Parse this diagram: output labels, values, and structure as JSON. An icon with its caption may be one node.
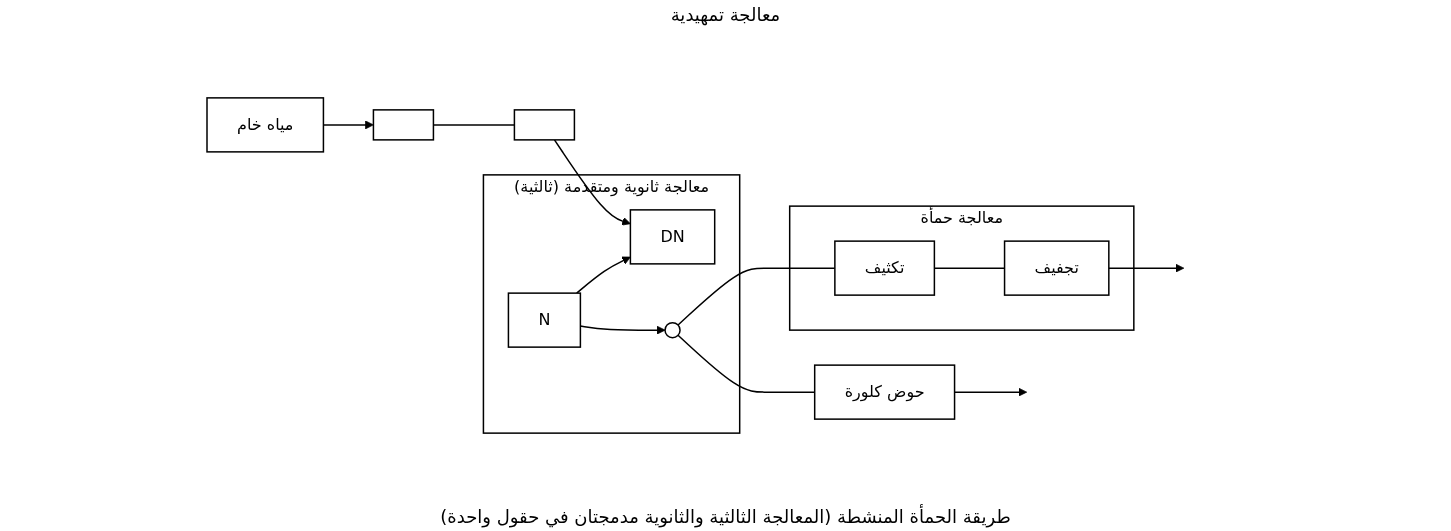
{
  "diagram": {
    "caption": "طريقة الحمأة المنشطة (المعالجة الثالثية والثانوية مدمجتان في حقول واحدة)",
    "nodes": [
      {
        "text": [
          "مياه خام"
        ]
      },
      {
        "text": [],
        "shape": "box"
      },
      {
        "text": [],
        "shape": "box"
      },
      {
        "text": [
          "معالجة ثانوية ومتقدمة (ثالثية)"
        ]
      },
      {
        "text": [
          "DN"
        ],
        "in": 3
      },
      {
        "text": [
          "N"
        ],
        "in": 3
      },
      {
        "text": [],
        "shape": "circle",
        "in": 3
      },
      {
        "text": [
          "حوض كلورة"
        ]
      },
      {
        "text": [
          "معالجة حمأة"
        ]
      },
      {
        "text": [
          "تكثيف"
        ],
        "in": 8
      },
      {
        "text": [
          "تجفيف"
        ],
        "in": 8
      }
    ],
    "edges": [
      {
        "from": 0,
        "to": 1,
        "arrow": "to"
      },
      {
        "from": 1,
        "to": 2,
        "arrow": "none"
      },
      {
        "from": 2,
        "to": 4,
        "arrow": "to"
      },
      {
        "from": 5,
        "to": 6,
        "arrow": "to"
      },
      {
        "from": 5,
        "to": 4,
        "arrow": "to"
      },
      {
        "from": 6,
        "to": 7,
        "arrow": "none"
      },
      {
        "from": 7,
        "to": null,
        "arrow": "to"
      },
      {
        "from": 6,
        "to": 9,
        "arrow": "none"
      },
      {
        "from": 9,
        "to": 10,
        "arrow": "none"
      },
      {
        "from": 10,
        "to": null,
        "arrow": "to"
      }
    ],
    "labels": [
      "معالجة تمهيدية"
    ]
  }
}
